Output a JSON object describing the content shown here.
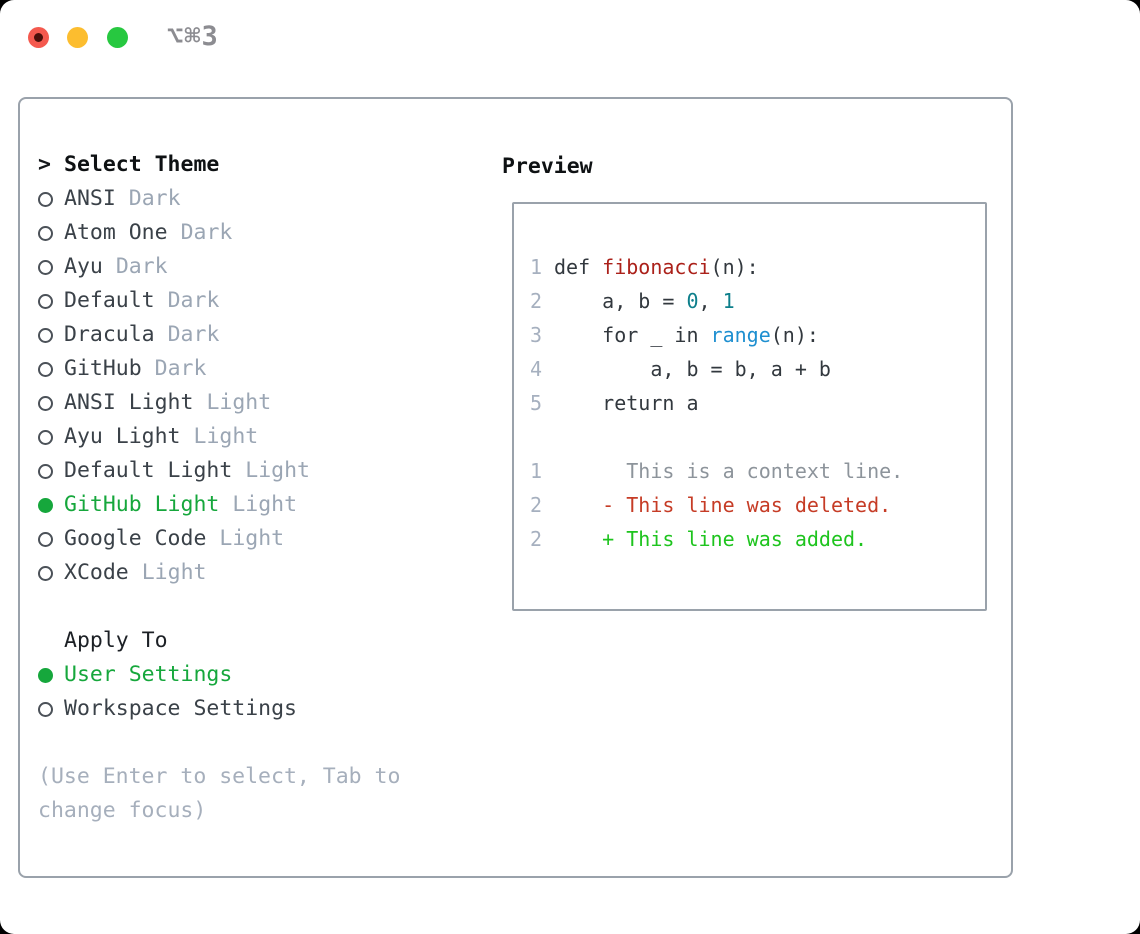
{
  "titlebar": {
    "title": "⌥⌘3"
  },
  "theme_picker": {
    "header": {
      "prefix": ">",
      "label": "Select Theme"
    },
    "items": [
      {
        "name": "ANSI",
        "variant": "Dark",
        "selected": false
      },
      {
        "name": "Atom One",
        "variant": "Dark",
        "selected": false
      },
      {
        "name": "Ayu",
        "variant": "Dark",
        "selected": false
      },
      {
        "name": "Default",
        "variant": "Dark",
        "selected": false
      },
      {
        "name": "Dracula",
        "variant": "Dark",
        "selected": false
      },
      {
        "name": "GitHub",
        "variant": "Dark",
        "selected": false
      },
      {
        "name": "ANSI Light",
        "variant": "Light",
        "selected": false
      },
      {
        "name": "Ayu Light",
        "variant": "Light",
        "selected": false
      },
      {
        "name": "Default Light",
        "variant": "Light",
        "selected": false
      },
      {
        "name": "GitHub Light",
        "variant": "Light",
        "selected": true
      },
      {
        "name": "Google Code",
        "variant": "Light",
        "selected": false
      },
      {
        "name": "XCode",
        "variant": "Light",
        "selected": false
      }
    ]
  },
  "apply_to": {
    "label": "Apply To",
    "options": [
      {
        "name": "User Settings",
        "selected": true
      },
      {
        "name": "Workspace Settings",
        "selected": false
      }
    ]
  },
  "help_text": "(Use Enter to select, Tab to change focus)",
  "preview": {
    "label": "Preview",
    "code_lines": [
      {
        "num": "1",
        "tokens": [
          {
            "t": "def ",
            "c": "plain"
          },
          {
            "t": "fibonacci",
            "c": "function"
          },
          {
            "t": "(n):",
            "c": "plain"
          }
        ]
      },
      {
        "num": "2",
        "tokens": [
          {
            "t": "    a, b = ",
            "c": "plain"
          },
          {
            "t": "0",
            "c": "number"
          },
          {
            "t": ", ",
            "c": "plain"
          },
          {
            "t": "1",
            "c": "number"
          }
        ]
      },
      {
        "num": "3",
        "tokens": [
          {
            "t": "    for _ in ",
            "c": "plain"
          },
          {
            "t": "range",
            "c": "builtin"
          },
          {
            "t": "(n):",
            "c": "plain"
          }
        ]
      },
      {
        "num": "4",
        "tokens": [
          {
            "t": "        a, b = b, a + b",
            "c": "plain"
          }
        ]
      },
      {
        "num": "5",
        "tokens": [
          {
            "t": "    return a",
            "c": "plain"
          }
        ]
      },
      {
        "num": "",
        "tokens": []
      },
      {
        "num": "1",
        "tokens": [
          {
            "t": "      This is a context line.",
            "c": "context"
          }
        ]
      },
      {
        "num": "2",
        "tokens": [
          {
            "t": "    - This line was deleted.",
            "c": "deleted"
          }
        ]
      },
      {
        "num": "2",
        "tokens": [
          {
            "t": "    + This line was added.",
            "c": "added"
          }
        ]
      }
    ]
  },
  "colors": {
    "selection_green": "#16a73c",
    "added_green": "#1ec41e",
    "deleted_red": "#c63c26",
    "function_red": "#ab211a",
    "number_teal": "#0d7f8b",
    "builtin_blue": "#1e8fd0",
    "border_gray": "#9aa2ab",
    "muted_gray": "#9ba6b4",
    "traffic_red": "#f4594e",
    "traffic_yellow": "#fcbd2f",
    "traffic_green": "#27c840"
  }
}
